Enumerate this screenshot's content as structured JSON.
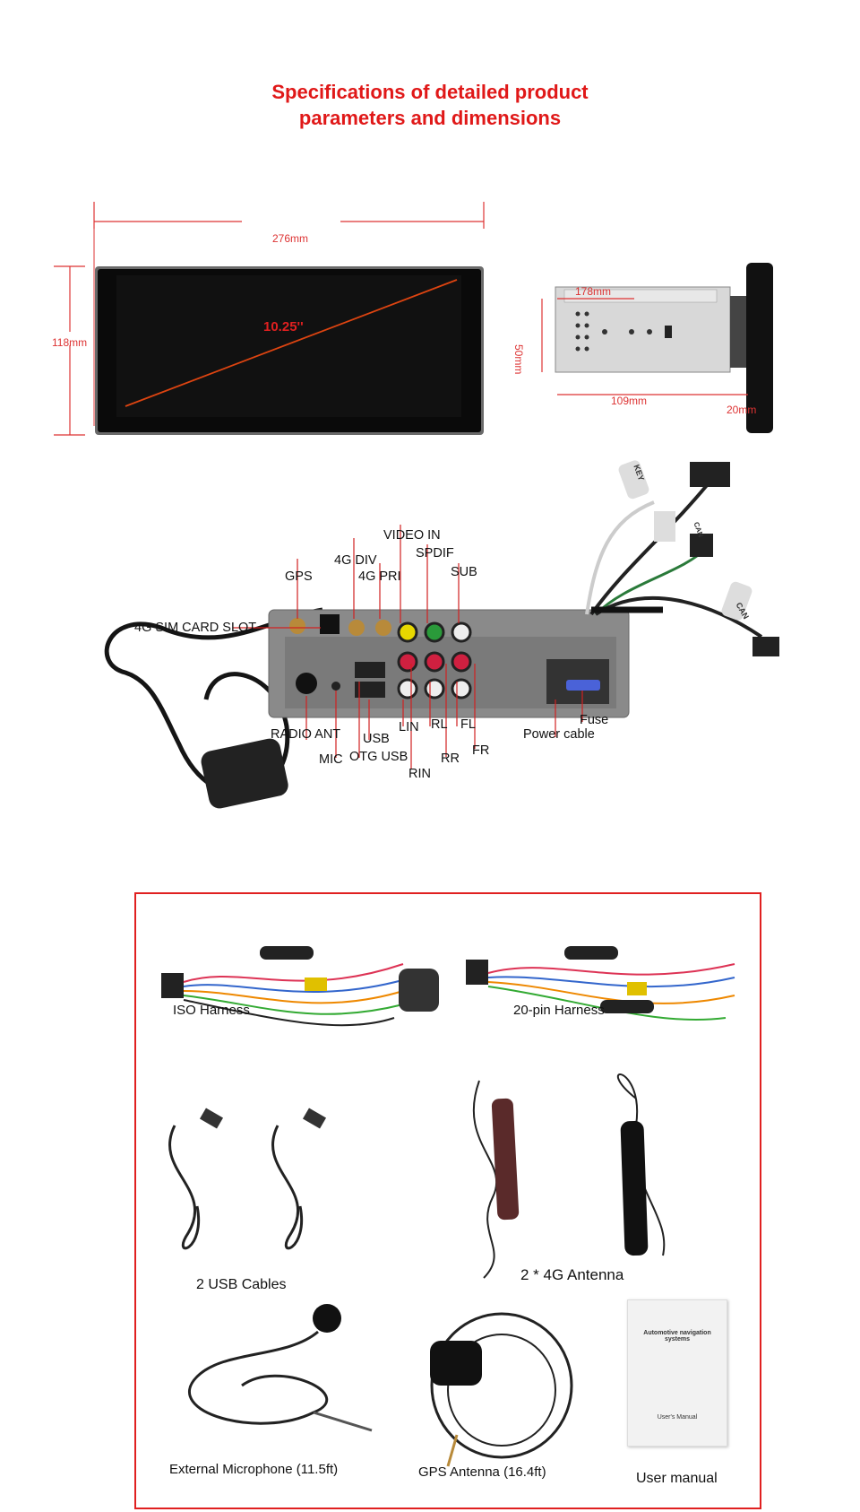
{
  "header": {
    "title_line1": "Specifications of detailed product",
    "title_line2": "parameters and dimensions"
  },
  "dimensions": {
    "front_width": "276mm",
    "front_height": "118mm",
    "screen_size": "10.25''",
    "side_width": "178mm",
    "side_height": "50mm",
    "side_depth": "109mm",
    "side_thickness": "20mm"
  },
  "ports": {
    "video_in": "VIDEO IN",
    "div_4g": "4G DIV",
    "spdif": "SPDIF",
    "gps": "GPS",
    "pri_4g": "4G PRI",
    "sub": "SUB",
    "sim_slot": "4G SIM CARD SLOT",
    "radio_ant": "RADIO ANT",
    "usb": "USB",
    "lin": "LIN",
    "rl": "RL",
    "fl": "FL",
    "fuse": "Fuse",
    "power_cable": "Power cable",
    "mic": "MIC",
    "otg_usb": "OTG USB",
    "rr": "RR",
    "fr": "FR",
    "rin": "RIN",
    "tag_key": "KEY",
    "tag_can": "CAN",
    "tag_canbus": "CAN"
  },
  "accessories": {
    "iso_harness": "ISO Harness",
    "pin20_harness": "20-pin Harness",
    "usb_cables": "2 USB Cables",
    "antenna_4g": "2 * 4G Antenna",
    "microphone": "External Microphone (11.5ft)",
    "gps_antenna": "GPS Antenna (16.4ft)",
    "user_manual": "User manual",
    "manual_cover_title": "Automotive navigation systems",
    "manual_cover_sub": "User's Manual"
  },
  "colors": {
    "accent_red": "#e01818",
    "dimension_red": "#d33333",
    "device_black": "#0a0a0a"
  }
}
